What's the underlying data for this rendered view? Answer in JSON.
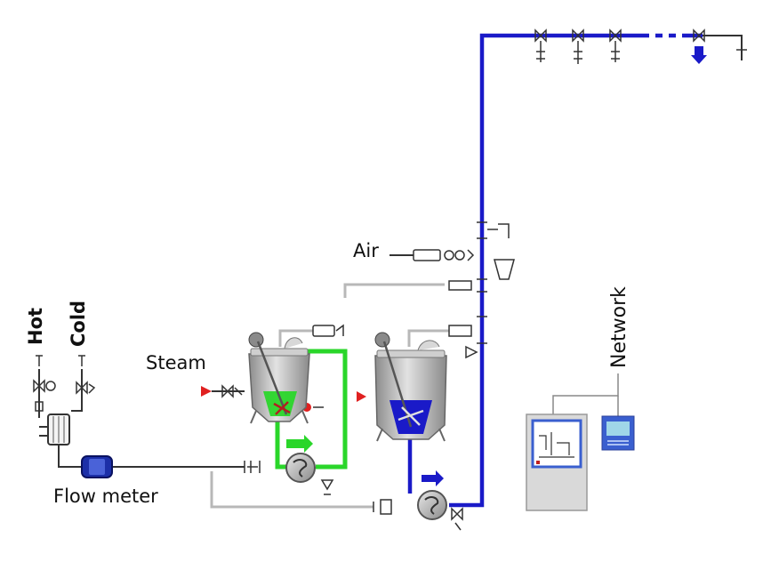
{
  "labels": {
    "hot": "Hot",
    "cold": "Cold",
    "steam": "Steam",
    "air": "Air",
    "network": "Network",
    "flow_meter": "Flow meter"
  },
  "colors": {
    "supply_line": "#1a1ac8",
    "return_line": "#2ad62a",
    "steam_marker": "#e02020",
    "service_line": "#b8b8b8",
    "pipe_outline": "#333333",
    "vessel": "#b8b8b8",
    "control_cabinet": "#d9d9d9",
    "screen": "#3a5fcf"
  }
}
